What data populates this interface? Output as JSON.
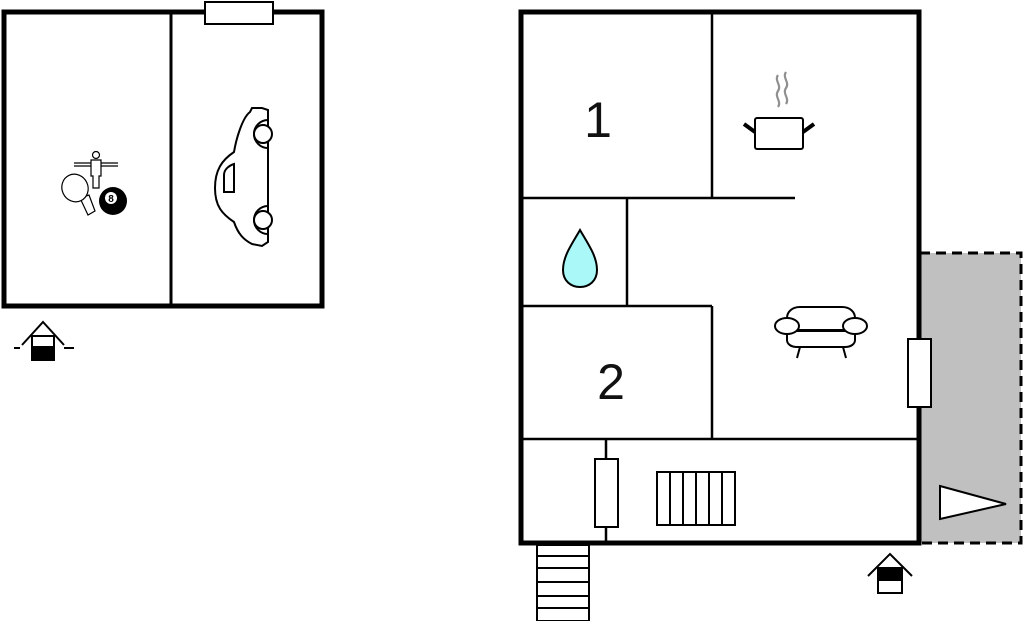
{
  "diagram": {
    "type": "floor-plan",
    "background": "#ffffff",
    "colors": {
      "wall": "#000000",
      "terrace": "#c0c0c0",
      "water_drop": "#aaf8f8",
      "steam": "#909090"
    },
    "buildings": [
      {
        "name": "annex-building",
        "rooms": [
          {
            "id": "game-room",
            "icons": [
              "table-tennis-icon",
              "table-football-icon",
              "billiard-ball-icon"
            ],
            "ball_number": "8"
          },
          {
            "id": "garage",
            "icons": [
              "car-icon"
            ]
          }
        ],
        "entrance": "entrance-icon"
      },
      {
        "name": "main-house",
        "rooms": [
          {
            "id": "bedroom-1",
            "label": "1"
          },
          {
            "id": "kitchen",
            "icons": [
              "cooking-pot-icon"
            ]
          },
          {
            "id": "bathroom",
            "icons": [
              "water-drop-icon"
            ]
          },
          {
            "id": "living-room",
            "icons": [
              "armchair-icon"
            ]
          },
          {
            "id": "bedroom-2",
            "label": "2"
          },
          {
            "id": "hallway",
            "icons": [
              "radiator-icon"
            ]
          }
        ],
        "outdoor": [
          "terrace",
          "exterior-stairs"
        ],
        "entrance": "entrance-icon"
      }
    ]
  },
  "labels": {
    "bedroom_1": "1",
    "bedroom_2": "2",
    "billiard_ball": "8"
  }
}
